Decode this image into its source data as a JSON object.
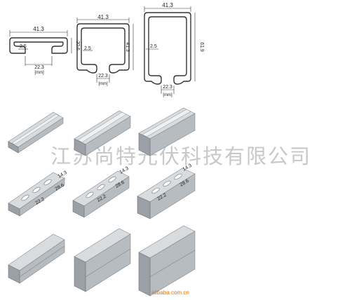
{
  "profiles": [
    {
      "id": "p1",
      "width": "41.3",
      "height": "20.6",
      "thickness": "2.5",
      "opening": "22.3",
      "unit": "[mm]"
    },
    {
      "id": "p2",
      "width": "41.3",
      "height": "41.3",
      "thickness": "2.5",
      "opening": "22.3",
      "unit": "[mm]"
    },
    {
      "id": "p3",
      "width": "41.3",
      "height": "61.9",
      "thickness": "2.5",
      "opening": "22.3",
      "unit": "[mm]"
    }
  ],
  "slot_dims": {
    "a": "14.3",
    "b": "28.6",
    "c": "22.2"
  },
  "watermark": "江苏尚特光伏科技有限公司",
  "site": "alibaba.com.cn",
  "colors": {
    "steel_light": "#d9dcdf",
    "steel_mid": "#b7bcc1",
    "steel_dark": "#9aa0a6",
    "watermark": "#c8c8c8",
    "site_text": "#e07000"
  }
}
